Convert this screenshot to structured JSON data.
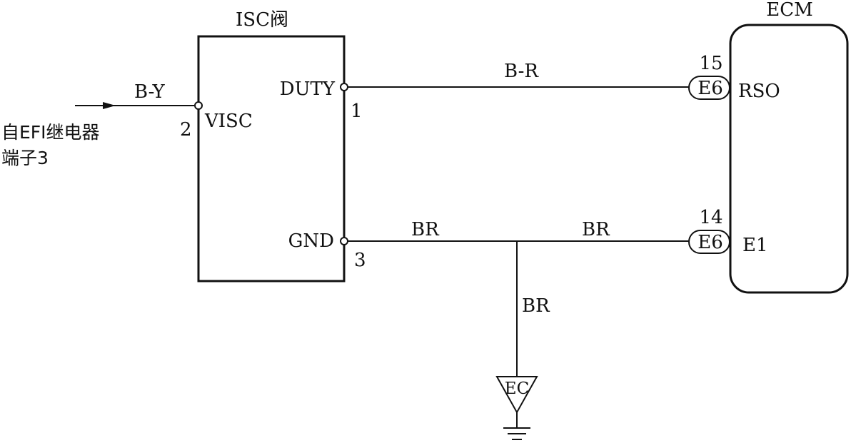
{
  "isc_valve": {
    "title": "ISC阀",
    "pin_visc": {
      "name": "VISC",
      "number": "2"
    },
    "pin_duty": {
      "name": "DUTY",
      "number": "1"
    },
    "pin_gnd": {
      "name": "GND",
      "number": "3"
    }
  },
  "ecm": {
    "title": "ECM",
    "pin_rso": {
      "name": "RSO",
      "number": "15",
      "connector": "E6"
    },
    "pin_e1": {
      "name": "E1",
      "number": "14",
      "connector": "E6"
    }
  },
  "source": {
    "line1": "自EFI继电器",
    "line2": "端子3"
  },
  "wires": {
    "input": "B-Y",
    "duty_to_rso": "B-R",
    "gnd_left": "BR",
    "gnd_right": "BR",
    "gnd_down": "BR"
  },
  "ground": {
    "label": "EC"
  }
}
